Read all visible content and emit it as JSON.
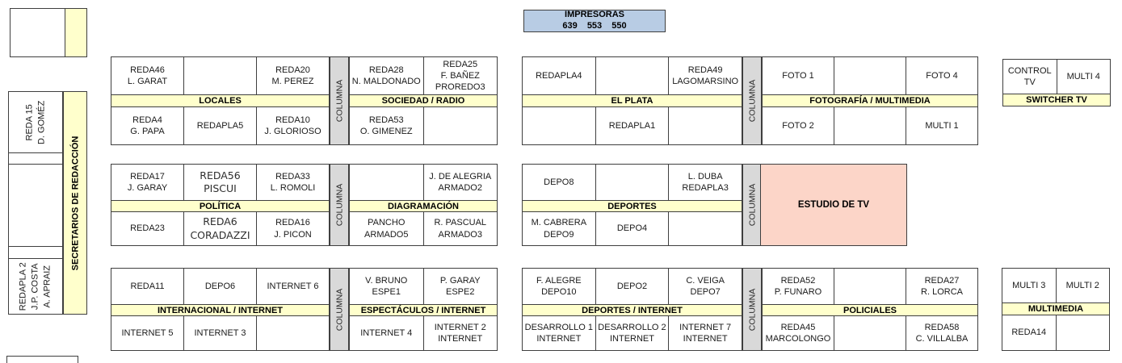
{
  "palette": {
    "header_bg": "#ffffcc",
    "column_bg": "#d9d9d9",
    "impresoras_bg": "#b8cce4",
    "estudio_bg": "#fcd5c8",
    "grid_line": "#3f3f3f"
  },
  "impresoras": {
    "title": "IMPRESORAS",
    "numbers": "639 553 550"
  },
  "left_panel": {
    "top_desk": "REDA 15\nD. GOMÉZ",
    "strip": "SECRETARIOS DE REDACCIÓN",
    "bottom_desk": "REDAPLA 2\nJ.P. COSTA\nA. APRAIZ"
  },
  "column_label": "COLUMNA",
  "estudio_tv_label": "ESTUDIO DE TV",
  "sections": {
    "locales": {
      "header": "LOCALES",
      "top": [
        "REDA46\nL. GARAT",
        "",
        "REDA20\nM. PEREZ"
      ],
      "bottom": [
        "REDA4\nG. PAPA",
        "REDAPLA5",
        "REDA10\nJ. GLORIOSO"
      ]
    },
    "sociedad_radio": {
      "header": "SOCIEDAD / RADIO",
      "top": [
        "REDA28\nN. MALDONADO",
        "REDA25\nF. BAÑEZ\nPROREDO3"
      ],
      "bottom": [
        "REDA53\nO. GIMENEZ",
        ""
      ]
    },
    "el_plata": {
      "header": "EL PLATA",
      "top": [
        "REDAPLA4",
        "",
        "REDA49\nLAGOMARSINO"
      ],
      "bottom": [
        "",
        "REDAPLA1",
        ""
      ]
    },
    "fotografia_multimedia": {
      "header": "FOTOGRAFÍA / MULTIMEDIA",
      "top": [
        "FOTO 1",
        "",
        "FOTO 4"
      ],
      "bottom": [
        "FOTO 2",
        "",
        "MULTI 1"
      ]
    },
    "switcher_tv": {
      "header": "SWITCHER TV",
      "top": [
        "CONTROL TV",
        "MULTI 4"
      ]
    },
    "politica": {
      "header": "POLÍTICA",
      "top": [
        "REDA17\nJ. GARAY",
        "REDA56\nPISCUI",
        "REDA33\nL. ROMOLI"
      ],
      "bottom": [
        "REDA23",
        "REDA6\nCORADAZZI",
        "REDA16\nJ. PICON"
      ]
    },
    "diagramacion": {
      "header": "DIAGRAMACIÓN",
      "top": [
        "",
        "J. DE ALEGRIA\nARMADO2"
      ],
      "bottom": [
        "PANCHO\nARMADO5",
        "R. PASCUAL\nARMADO3"
      ]
    },
    "deportes": {
      "header": "DEPORTES",
      "top": [
        "DEPO8",
        "",
        "L. DUBA\nREDAPLA3"
      ],
      "bottom": [
        "M. CABRERA\nDEPO9",
        "DEPO4",
        ""
      ]
    },
    "internacional_internet": {
      "header": "INTERNACIONAL / INTERNET",
      "top": [
        "REDA11",
        "DEPO6",
        "INTERNET 6"
      ],
      "bottom": [
        "INTERNET 5",
        "INTERNET 3",
        ""
      ]
    },
    "espectaculos_internet": {
      "header": "ESPECTÁCULOS / INTERNET",
      "top": [
        "V. BRUNO\nESPE1",
        "P. GARAY\nESPE2"
      ],
      "bottom": [
        "INTERNET 4",
        "INTERNET 2\nINTERNET"
      ]
    },
    "deportes_internet": {
      "header": "DEPORTES / INTERNET",
      "top": [
        "F. ALEGRE\nDEPO10",
        "DEPO2",
        "C. VEIGA\nDEPO7"
      ],
      "bottom": [
        "DESARROLLO 1\nINTERNET",
        "DESARROLLO 2\nINTERNET",
        "INTERNET 7\nINTERNET"
      ]
    },
    "policiales": {
      "header": "POLICIALES",
      "top": [
        "REDA52\nP. FUNARO",
        "",
        "REDA27\nR. LORCA"
      ],
      "bottom": [
        "REDA45\nMARCOLONGO",
        "",
        "REDA58\nC. VILLALBA"
      ]
    },
    "multimedia": {
      "header": "MULTIMEDIA",
      "top": [
        "MULTI 3",
        "MULTI 2"
      ],
      "bottom": [
        "REDA14",
        ""
      ]
    }
  }
}
